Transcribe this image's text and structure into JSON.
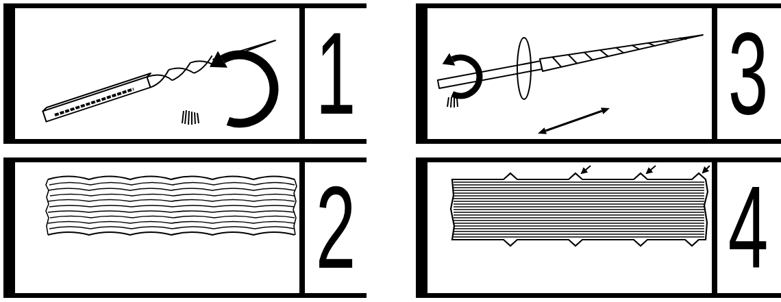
{
  "diagram": {
    "labels": [
      "1",
      "3",
      "2",
      "4"
    ]
  }
}
